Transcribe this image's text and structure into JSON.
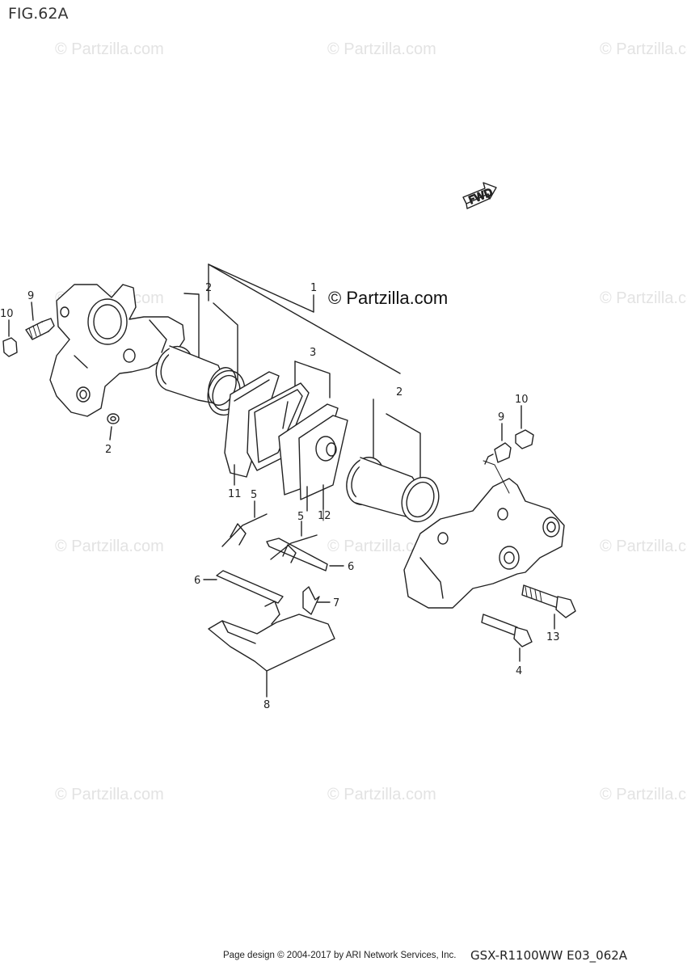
{
  "figure": {
    "label": "FIG.62A"
  },
  "watermark": {
    "text": "© Partzilla.com",
    "center_text": "© Partzilla.com"
  },
  "direction_tag": {
    "text": "FWD"
  },
  "callouts": {
    "c1": "1",
    "c2a": "2",
    "c2b": "2",
    "c2c": "2",
    "c3": "3",
    "c4": "4",
    "c5a": "5",
    "c5b": "5",
    "c6a": "6",
    "c6b": "6",
    "c7": "7",
    "c8": "8",
    "c9a": "9",
    "c9b": "9",
    "c10a": "10",
    "c10b": "10",
    "c11": "11",
    "c12": "12",
    "c13": "13"
  },
  "footer": {
    "credit": "Page design © 2004-2017 by ARI Network Services, Inc.",
    "model_code": "GSX-R1100WW  E03_062A"
  }
}
